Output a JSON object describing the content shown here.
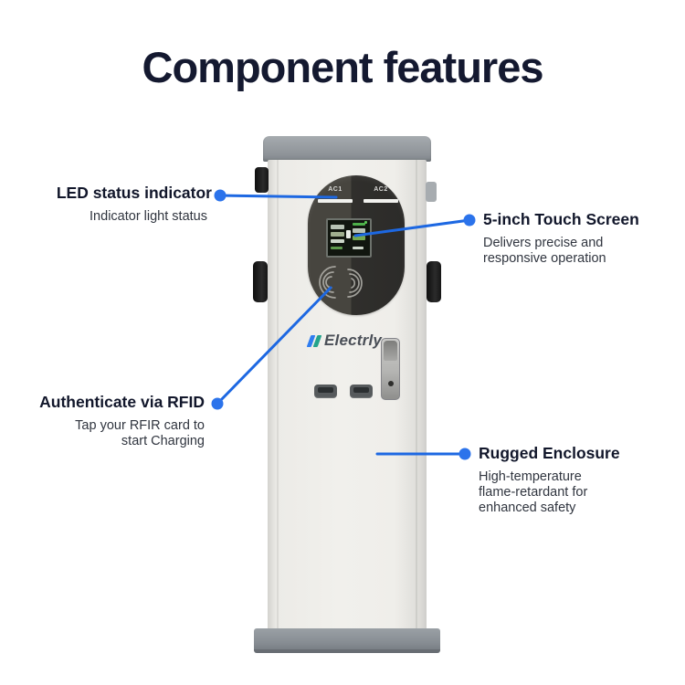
{
  "title": "Component features",
  "device": {
    "brand": "Electrly",
    "port_labels": [
      "AC1",
      "AC2"
    ]
  },
  "callouts": {
    "led": {
      "title": "LED status indicator",
      "description": "Indicator light status"
    },
    "touchscreen": {
      "title": "5-inch Touch Screen",
      "description": "Delivers precise and responsive operation"
    },
    "rfid": {
      "title": "Authenticate via RFID",
      "description": "Tap your RFIR card to start Charging"
    },
    "enclosure": {
      "title": "Rugged Enclosure",
      "description": "High-temperature flame-retardant for enhanced safety"
    }
  },
  "colors": {
    "accent_line": "#1d68e2",
    "accent_dot": "#2b73eb",
    "heading": "#141930",
    "body_text": "#30353f",
    "logo_blue": "#2f7df0",
    "logo_teal": "#23a38c"
  }
}
